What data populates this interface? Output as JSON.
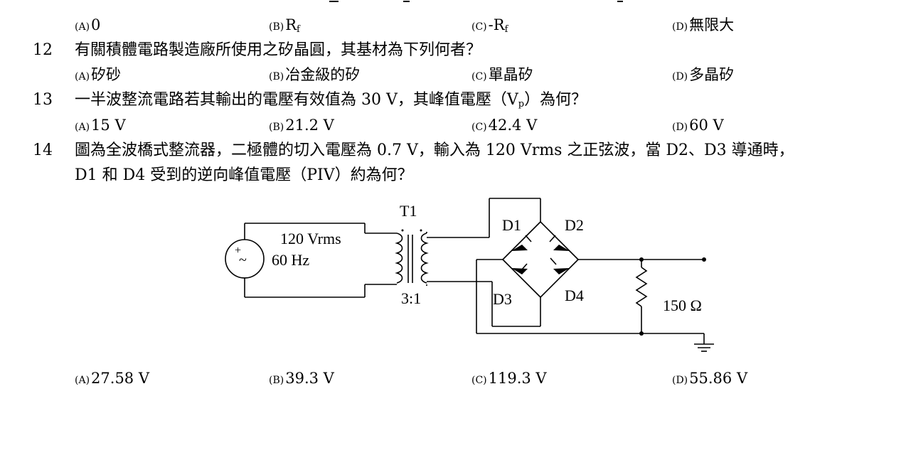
{
  "q11": {
    "options": {
      "a_label": "(A)",
      "a_text": "0",
      "b_label": "(B)",
      "b_text": "R",
      "b_sub": "f",
      "c_label": "(C)",
      "c_text": "-R",
      "c_sub": "f",
      "d_label": "(D)",
      "d_text": "無限大"
    }
  },
  "q12": {
    "number": "12",
    "stem": "有關積體電路製造廠所使用之矽晶圓，其基材為下列何者？",
    "options": {
      "a_label": "(A)",
      "a_text": "矽砂",
      "b_label": "(B)",
      "b_text": "冶金級的矽",
      "c_label": "(C)",
      "c_text": "單晶矽",
      "d_label": "(D)",
      "d_text": "多晶矽"
    }
  },
  "q13": {
    "number": "13",
    "stem_before": "一半波整流電路若其輸出的電壓有效值為 30 V，其峰值電壓（V",
    "stem_sub": "p",
    "stem_after": "）為何？",
    "options": {
      "a_label": "(A)",
      "a_text": "15 V",
      "b_label": "(B)",
      "b_text": "21.2 V",
      "c_label": "(C)",
      "c_text": "42.4 V",
      "d_label": "(D)",
      "d_text": "60 V"
    }
  },
  "q14": {
    "number": "14",
    "stem_line1": "圖為全波橋式整流器，二極體的切入電壓為 0.7 V，輸入為 120 Vrms 之正弦波，當 D2、D3 導通時，",
    "stem_line2": "D1 和 D4 受到的逆向峰值電壓（PIV）約為何？",
    "circuit": {
      "source_voltage": "120 Vrms",
      "source_freq": "60 Hz",
      "transformer_name": "T1",
      "turns_ratio": "3:1",
      "diode1": "D1",
      "diode2": "D2",
      "diode3": "D3",
      "diode4": "D4",
      "load": "150 Ω",
      "source_plus": "+",
      "source_minus": "−",
      "source_tilde": "~"
    },
    "options": {
      "a_label": "(A)",
      "a_text": "27.58 V",
      "b_label": "(B)",
      "b_text": "39.3 V",
      "c_label": "(C)",
      "c_text": "119.3 V",
      "d_label": "(D)",
      "d_text": "55.86 V"
    }
  }
}
